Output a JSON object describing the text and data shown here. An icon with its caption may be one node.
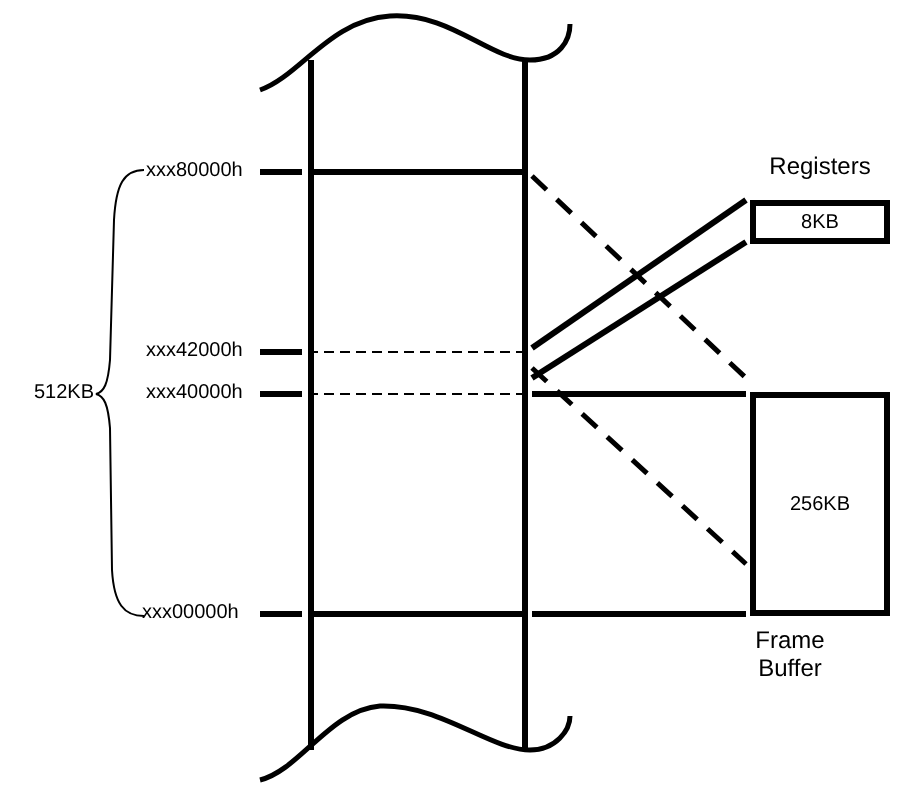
{
  "diagram": {
    "nodes": [
      {
        "text": [],
        "shape": "box"
      },
      {
        "text": [
          "Registers",
          "8KB"
        ]
      },
      {
        "text": [
          "256KB",
          "Frame Buffer"
        ]
      }
    ],
    "edges": [
      {
        "from": 0,
        "to": 1,
        "arrow": "none"
      },
      {
        "from": 0,
        "to": 1,
        "arrow": "none"
      },
      {
        "from": 0,
        "to": 2,
        "arrow": "none",
        "style": "dashed"
      },
      {
        "from": 0,
        "to": 2,
        "arrow": "none",
        "style": "dashed"
      },
      {
        "from": 0,
        "to": 2,
        "arrow": "none"
      },
      {
        "from": 0,
        "to": 2,
        "arrow": "none"
      }
    ],
    "labels": [
      "xxx80000h",
      "xxx42000h",
      "512KB",
      "xxx40000h",
      "xxx00000h"
    ]
  }
}
